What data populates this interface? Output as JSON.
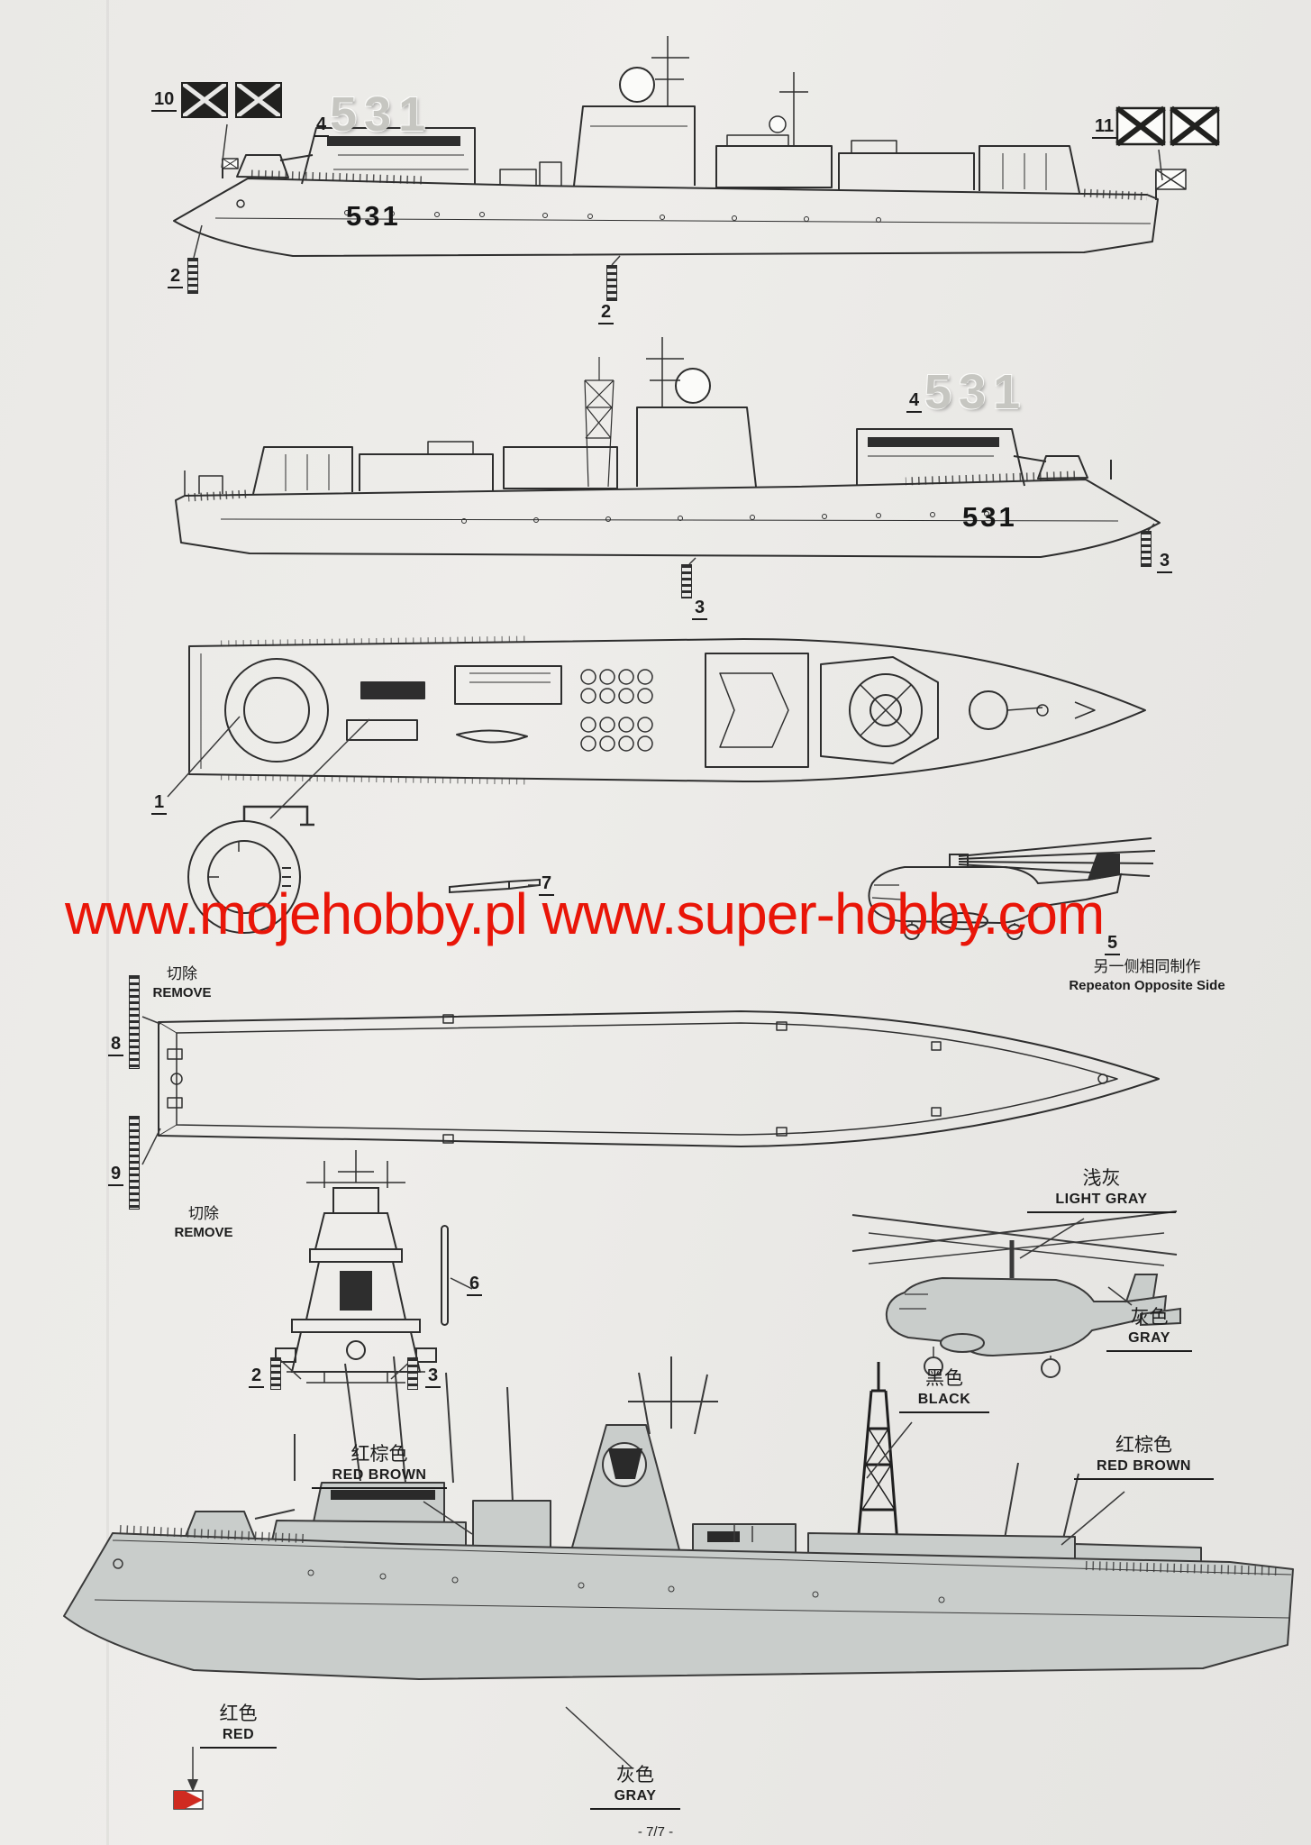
{
  "watermark": "www.mojehobby.pl www.super-hobby.com",
  "page_number": "- 7/7 -",
  "callouts": {
    "n10": "10",
    "n4a": "4",
    "n11": "11",
    "n2a": "2",
    "n2b": "2",
    "n4b": "4",
    "n3a": "3",
    "n3b": "3",
    "n1": "1",
    "n7": "7",
    "n5": "5",
    "n8": "8",
    "n9": "9",
    "n2c": "2",
    "n3c": "3",
    "n6": "6"
  },
  "hull_markings": {
    "ghost_top": "531",
    "painted_top": "531",
    "ghost_side2": "531",
    "painted_side2": "531"
  },
  "notes": {
    "remove_top_cn": "切除",
    "remove_top_en": "REMOVE",
    "remove_bottom_cn": "切除",
    "remove_bottom_en": "REMOVE",
    "repeat_cn": "另一侧相同制作",
    "repeat_en": "Repeaton Opposite Side"
  },
  "paint": {
    "light_gray_cn": "浅灰",
    "light_gray_en": "LIGHT GRAY",
    "gray_heli_cn": "灰色",
    "gray_heli_en": "GRAY",
    "black_cn": "黑色",
    "black_en": "BLACK",
    "red_brown_l_cn": "红棕色",
    "red_brown_l_en": "RED BROWN",
    "red_brown_r_cn": "红棕色",
    "red_brown_r_en": "RED BROWN",
    "red_cn": "红色",
    "red_en": "RED",
    "gray_hull_cn": "灰色",
    "gray_hull_en": "GRAY"
  },
  "colors": {
    "watermark_red": "#e91508",
    "paper": "#eae9e6",
    "ink": "#2e2e2e",
    "model_gray": "#c9cdcb",
    "ghost_gray": "#c6c6c1",
    "decal_red": "#cf2b20"
  }
}
